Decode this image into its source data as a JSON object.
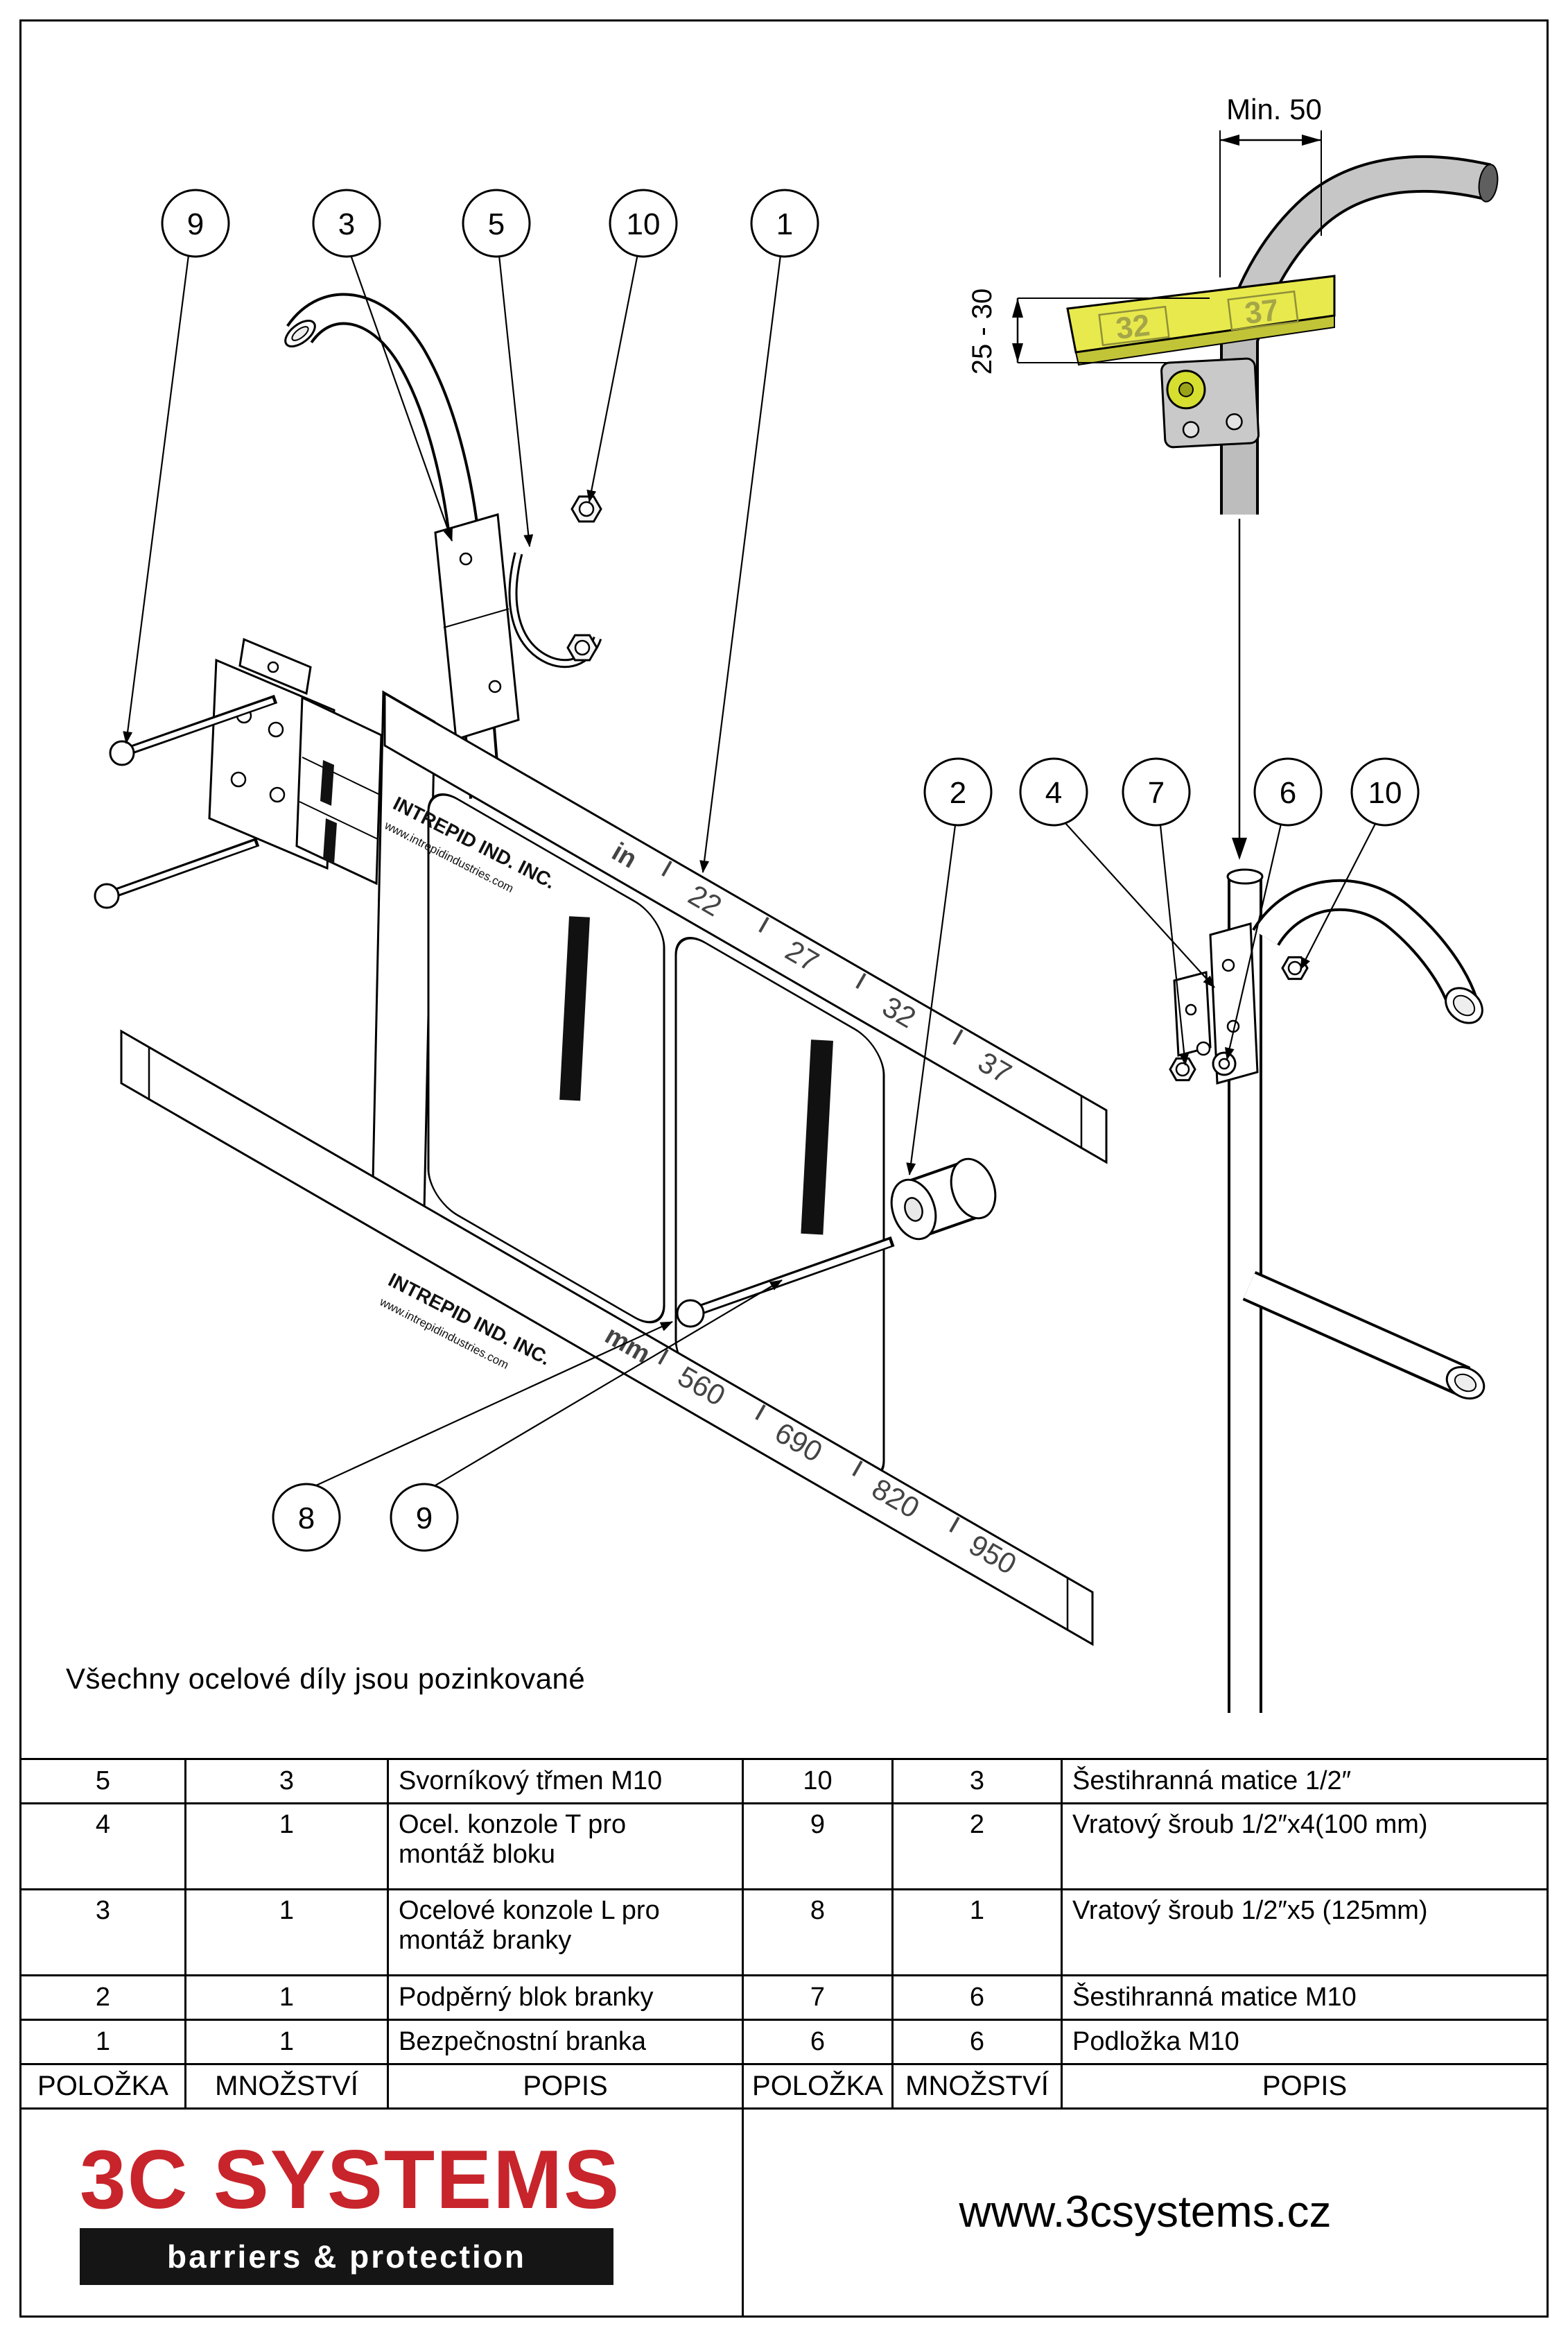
{
  "note": "Všechny ocelové díly jsou pozinkované",
  "balloons": [
    "9",
    "3",
    "5",
    "10",
    "1",
    "2",
    "4",
    "7",
    "6",
    "10",
    "8",
    "9"
  ],
  "drawing": {
    "brand_line1": "INTREPID IND. INC.",
    "brand_line2": "www.intrepidindustries.com",
    "in_label": "in",
    "in_marks": [
      "22",
      "27",
      "32",
      "37"
    ],
    "mm_label": "mm",
    "mm_marks": [
      "560",
      "690",
      "820",
      "950"
    ]
  },
  "detail": {
    "min_label": "Min. 50",
    "range_label": "25 - 30",
    "marks": [
      "32",
      "37"
    ]
  },
  "bom": {
    "headers": {
      "item": "POLOŽKA",
      "qty": "MNOŽSTVÍ",
      "desc": "POPIS"
    },
    "left": [
      {
        "item": "5",
        "qty": "3",
        "desc": "Svorníkový třmen M10"
      },
      {
        "item": "4",
        "qty": "1",
        "desc": "Ocel. konzole T pro\nmontáž bloku"
      },
      {
        "item": "3",
        "qty": "1",
        "desc": "Ocelové konzole L pro\nmontáž branky"
      },
      {
        "item": "2",
        "qty": "1",
        "desc": "Podpěrný blok branky"
      },
      {
        "item": "1",
        "qty": "1",
        "desc": "Bezpečnostní branka"
      }
    ],
    "right": [
      {
        "item": "10",
        "qty": "3",
        "desc": "Šestihranná matice 1/2″"
      },
      {
        "item": "9",
        "qty": "2",
        "desc": "Vratový šroub 1/2″x4(100 mm)"
      },
      {
        "item": "8",
        "qty": "1",
        "desc": "Vratový šroub 1/2″x5 (125mm)"
      },
      {
        "item": "7",
        "qty": "6",
        "desc": "Šestihranná matice M10"
      },
      {
        "item": "6",
        "qty": "6",
        "desc": "Podložka M10"
      }
    ]
  },
  "footer": {
    "brand": "3C SYSTEMS",
    "tagline": "barriers & protection",
    "website": "www.3csystems.cz"
  },
  "colors": {
    "accent_red": "#c8242b",
    "highlight_yellow": "#e8e94c"
  }
}
